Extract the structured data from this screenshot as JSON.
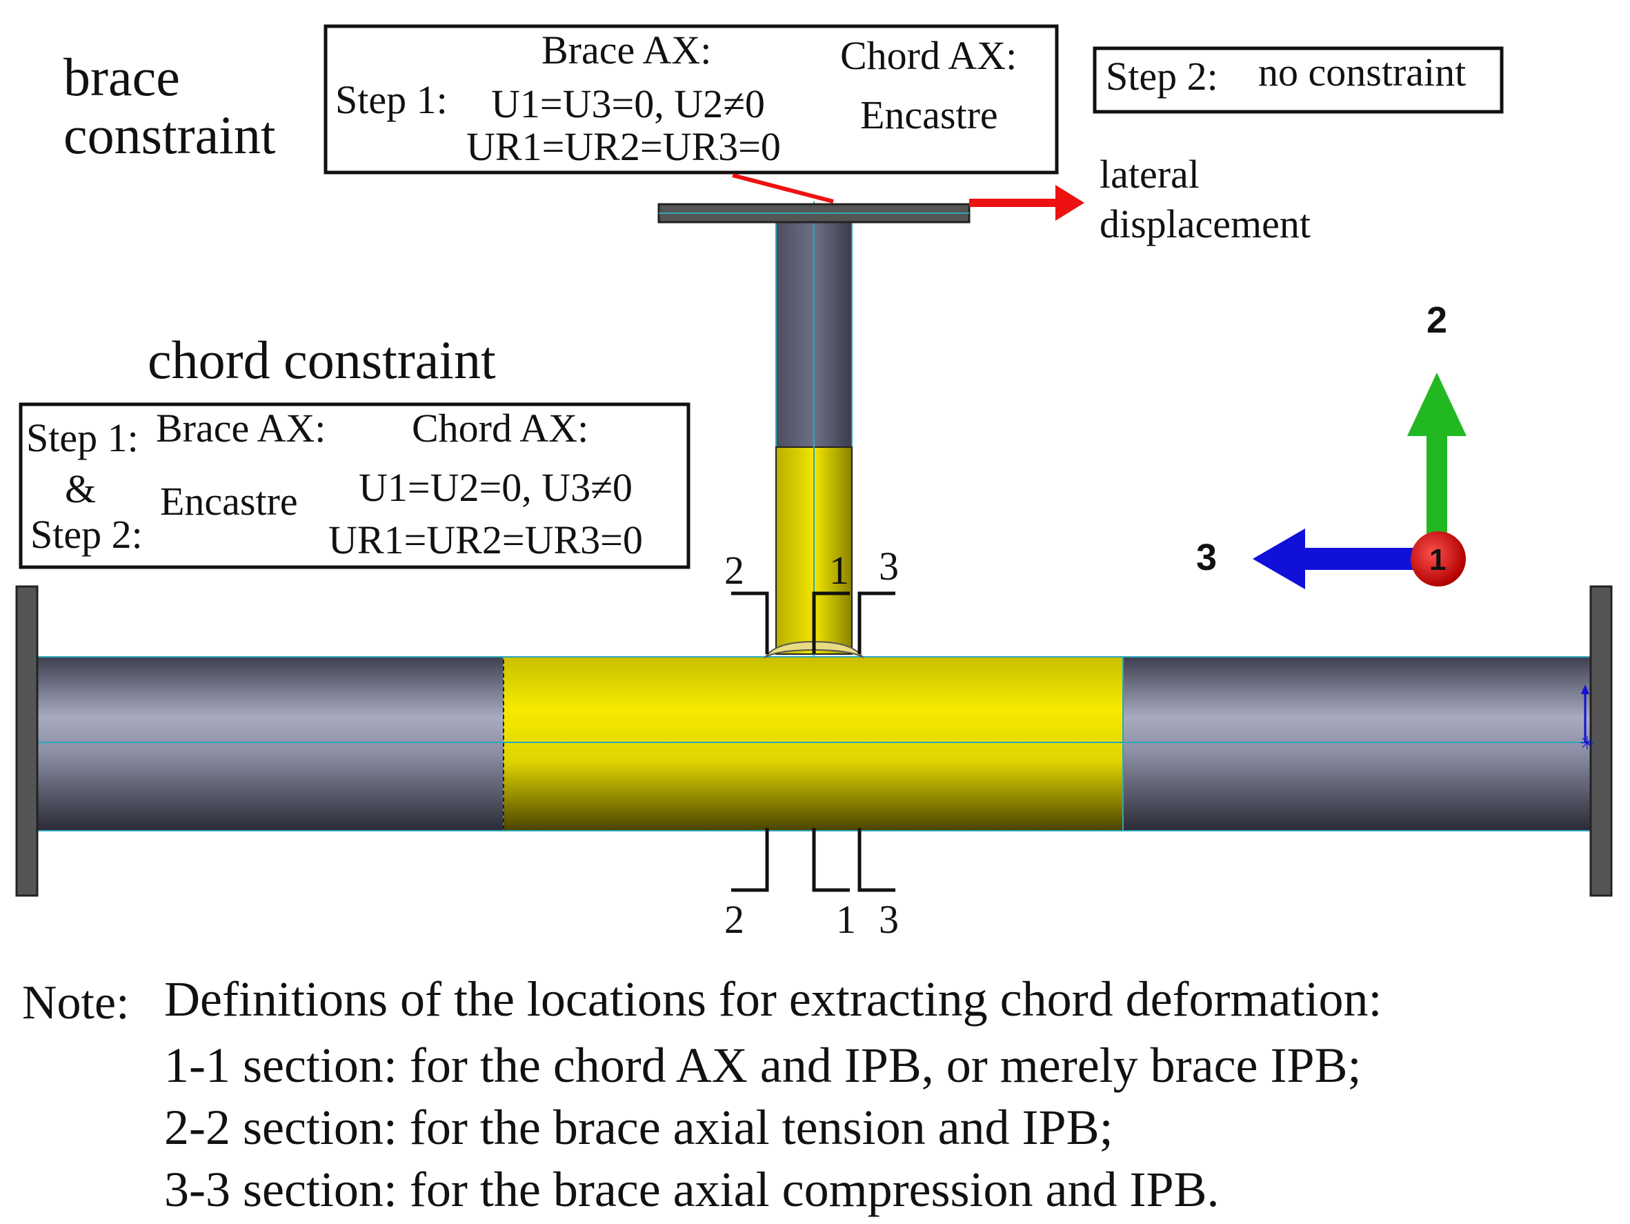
{
  "brace_constraint": {
    "title_line1": "brace",
    "title_line2": "constraint",
    "brace_ax_header": "Brace AX:",
    "chord_ax_header": "Chord AX:",
    "step1_label": "Step 1:",
    "brace_ax_line1": "U1=U3=0, U2≠0",
    "brace_ax_line2": "UR1=UR2=UR3=0",
    "chord_ax_value": "Encastre"
  },
  "step2_box": {
    "step": "Step 2:",
    "value": "no constraint"
  },
  "lateral_displacement": {
    "line1": "lateral",
    "line2": "displacement"
  },
  "chord_constraint": {
    "title": "chord constraint",
    "step1_label": "Step 1:",
    "ampersand": "&",
    "step2_label": "Step 2:",
    "brace_ax_header": "Brace AX:",
    "brace_ax_value": "Encastre",
    "chord_ax_header": "Chord AX:",
    "chord_ax_line1": "U1=U2=0, U3≠0",
    "chord_ax_line2": "UR1=UR2=UR3=0"
  },
  "axis_triad": {
    "axis2": "2",
    "axis3": "3",
    "axis1": "1",
    "colors": {
      "axis2": "#22b822",
      "axis3": "#1010d8",
      "axis1": "#e01010"
    }
  },
  "section_marks": {
    "top": [
      "2",
      "1",
      "3"
    ],
    "bottom": [
      "2",
      "1",
      "3"
    ]
  },
  "note": {
    "label": "Note:",
    "lines": [
      "Definitions of the locations for extracting chord deformation:",
      "1-1 section: for the chord AX and IPB, or merely brace IPB;",
      "2-2 section: for the brace axial tension and IPB;",
      "3-3 section: for the brace axial compression and IPB."
    ]
  },
  "colors": {
    "steel_gray": "#8e90a6",
    "highlight_yellow": "#f2e600",
    "arrow_red": "#ee1111",
    "outline_cyan": "#2aa8b8"
  }
}
